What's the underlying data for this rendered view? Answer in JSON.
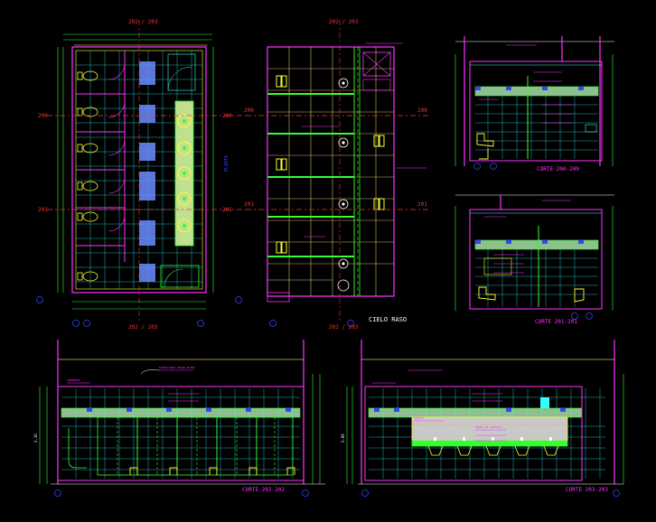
{
  "drawing": {
    "background": "#000000",
    "colors": {
      "magenta": "#ff33ff",
      "yellow": "#ffff33",
      "green": "#33ff33",
      "cyan": "#33ffff",
      "blue": "#3344ff",
      "red": "#ff3333",
      "white": "#ffffff",
      "tan": "#d9b86a",
      "gray": "#9a9a9a",
      "pale_yellow": "#ffff99",
      "light_blue": "#99ccff",
      "orange": "#ff9933"
    }
  },
  "labels": {
    "plan_ref_top": "202 / 203",
    "plan_ref_bottom": "202 / 203",
    "ceiling_ref_top": "202 / 203",
    "ceiling_ref_bottom": "202 / 203",
    "cut_201": "201",
    "cut_200": "200",
    "plan_vertical_tag": "PLANTA",
    "ceiling_title": "CIELO RASO",
    "section_200_title": "CORTE 200-200",
    "section_201_title": "CORTE 201-201",
    "section_202_title": "CORTE 202-202",
    "section_203_title": "CORTE 203-203",
    "beam_note": "ESTRUCTURA SEGUN PLANO",
    "finish_note": "CERAMICO",
    "mirror_note": "ESPEJO",
    "counter_note": "MESON DE GRANITO",
    "height_210": "2.10",
    "height_280": "2.80"
  }
}
